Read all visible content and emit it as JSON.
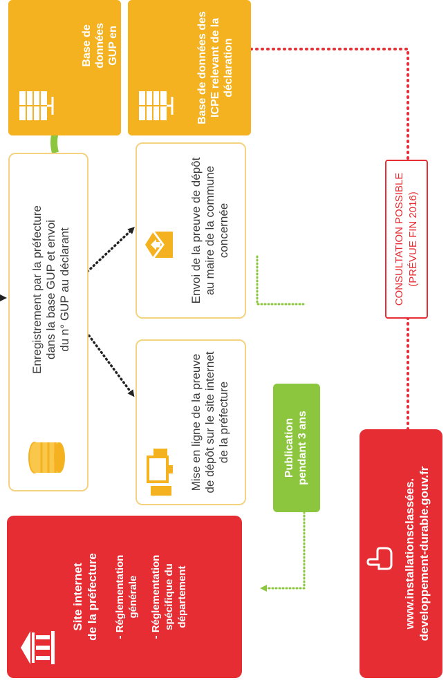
{
  "registration": {
    "text_lines": [
      "Enregistrement par la préfecture",
      "dans la base GUP et envoi",
      "du n° GUP au déclarant"
    ]
  },
  "db_gup": {
    "lines": [
      "Base de données",
      "GUP en préfecture"
    ]
  },
  "db_icpe": {
    "lines": [
      "Base de données des",
      "ICPE relevant de la",
      "déclaration"
    ]
  },
  "online": {
    "lines": [
      "Mise en ligne de la preuve",
      "de dépôt sur le site internet",
      "de la préfecture"
    ]
  },
  "mayor": {
    "lines": [
      "Envoi de la preuve de dépôt",
      "au maire de la commune",
      "concernée"
    ]
  },
  "publication": {
    "lines": [
      "Publication",
      "pendant 3 ans"
    ]
  },
  "consultation": {
    "lines": [
      "CONSULTATION POSSIBLE",
      "(PRÉVUE FIN 2016)"
    ]
  },
  "prefecture_site": {
    "title_lines": [
      "Site internet",
      "de la préfecture"
    ],
    "item1_lines": [
      "- Réglementation",
      "générale"
    ],
    "item2_lines": [
      "- Réglementation",
      "spécifique du",
      "département"
    ]
  },
  "national_site": {
    "lines": [
      "www.installationsclassées.",
      "developpement-durable.gouv.fr"
    ]
  },
  "icons": [
    "coins-icon",
    "database-icon",
    "computer-icon",
    "mail-icon",
    "building-icon",
    "pointer-hand-icon"
  ],
  "colors": {
    "orange": "#f4b120",
    "red": "#e52d33",
    "green": "#8cc63f",
    "outline": "#f3d280",
    "text": "#3b3b3b"
  }
}
